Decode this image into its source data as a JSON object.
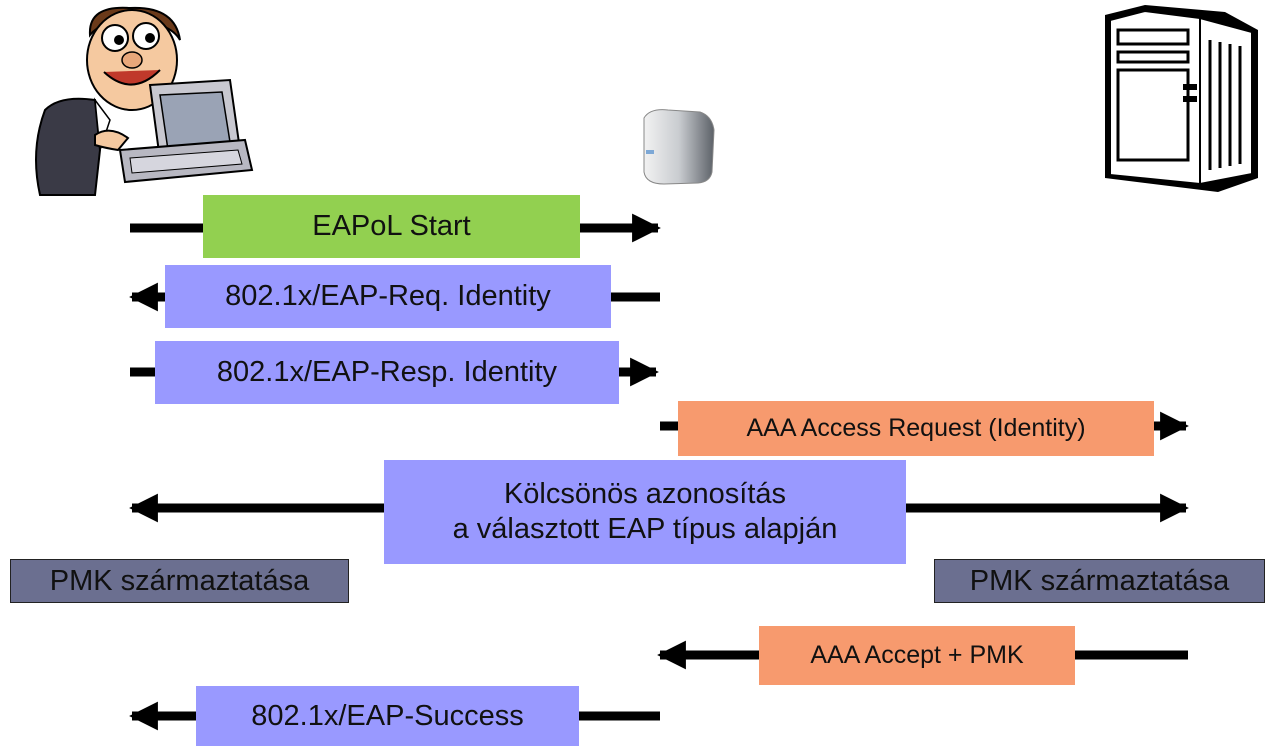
{
  "colors": {
    "eapol": "#92d050",
    "eap_message": "#9999ff",
    "aaa_message": "#f79a6e",
    "pmk_box": "#6b6f90",
    "arrow": "#000000"
  },
  "actors": {
    "client_icon": "user-at-computer-icon",
    "access_point_icon": "access-point-icon",
    "server_icon": "tower-server-icon"
  },
  "messages": {
    "eapol_start": "EAPoL Start",
    "eap_req_identity": "802.1x/EAP-Req. Identity",
    "eap_resp_identity": "802.1x/EAP-Resp. Identity",
    "aaa_access_request": "AAA Access Request (Identity)",
    "mutual_auth_line1": "Kölcsönös azonosítás",
    "mutual_auth_line2": "a választott EAP típus alapján",
    "pmk_client": "PMK származtatása",
    "pmk_server": "PMK származtatása",
    "aaa_accept": "AAA Accept + PMK",
    "eap_success": "802.1x/EAP-Success"
  }
}
